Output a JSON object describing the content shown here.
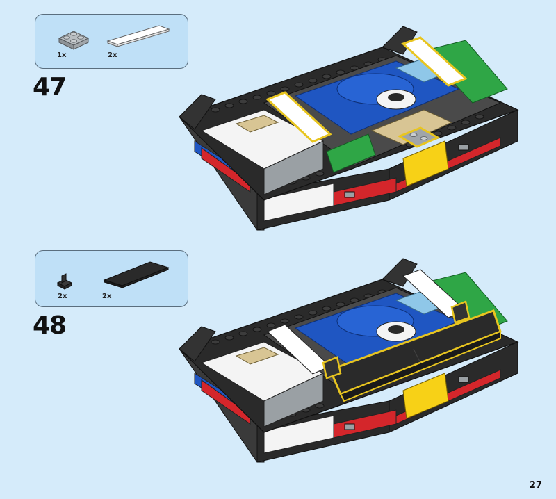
{
  "steps": [
    {
      "number": "47",
      "parts": [
        {
          "name": "light-gray-plate-2x2",
          "quantity": "1x",
          "color": "#a0a5a9"
        },
        {
          "name": "white-tile-1x6",
          "quantity": "2x",
          "color": "#f4f4f4"
        }
      ]
    },
    {
      "number": "48",
      "parts": [
        {
          "name": "black-bracket-1x1",
          "quantity": "2x",
          "color": "#2a2a2a"
        },
        {
          "name": "black-tile-2x6",
          "quantity": "2x",
          "color": "#2a2a2a"
        }
      ]
    }
  ],
  "page_number": "27",
  "colors": {
    "background": "#d5ebfa",
    "callout_fill": "#bfe0f7",
    "callout_border": "#5a6e7e",
    "highlight": "#e8c520",
    "black_brick": "#2a2a2a",
    "blue_brick": "#1f56c2",
    "green_brick": "#2fa646",
    "yellow_brick": "#f7d117",
    "red_brick": "#d4262b",
    "white_brick": "#f4f4f4",
    "tan_brick": "#d8c594"
  }
}
